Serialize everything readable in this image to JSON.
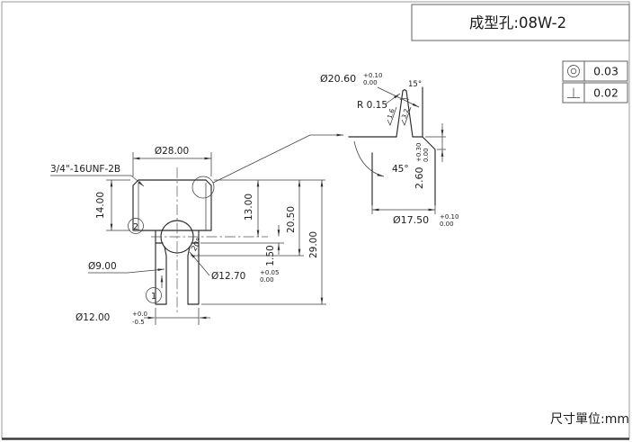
{
  "title_block": {
    "part_label": "成型孔:08W-2"
  },
  "tolerances": {
    "concentricity": "0.03",
    "perpendicularity": "0.02"
  },
  "footer": {
    "units": "尺寸單位:mm"
  },
  "left_view": {
    "dia_flange": "Ø28.00",
    "thread": "3/4\"-16UNF-2B",
    "flange_height": "14.00",
    "dim_13": "13.00",
    "dim_1_50": "1.50",
    "dim_20_50": "20.50",
    "dim_29": "29.00",
    "dia_9": "Ø9.00",
    "dia_12_70": "Ø12.70",
    "dia_12_70_tol_hi": "+0.05",
    "dia_12_70_tol_lo": "0.00",
    "angle_20": "20°",
    "dia_12": "Ø12.00",
    "dia_12_tol_hi": "+0.0",
    "dia_12_tol_lo": "-0.5",
    "balloon_1": "1",
    "balloon_2": "2"
  },
  "detail_view": {
    "dia_20_60": "Ø20.60",
    "dia_20_60_tol_hi": "+0.10",
    "dia_20_60_tol_lo": "0.00",
    "angle_15": "15°",
    "radius_tip": "R 0.15",
    "roughness_fine": "1.6",
    "roughness_coarse": "3.2",
    "angle_45": "45°",
    "depth_2_60": "2.60",
    "depth_tol_hi": "+0.30",
    "depth_tol_lo": "0.00",
    "dia_17_50": "Ø17.50",
    "dia_17_50_tol_hi": "+0.10",
    "dia_17_50_tol_lo": "0.00"
  }
}
